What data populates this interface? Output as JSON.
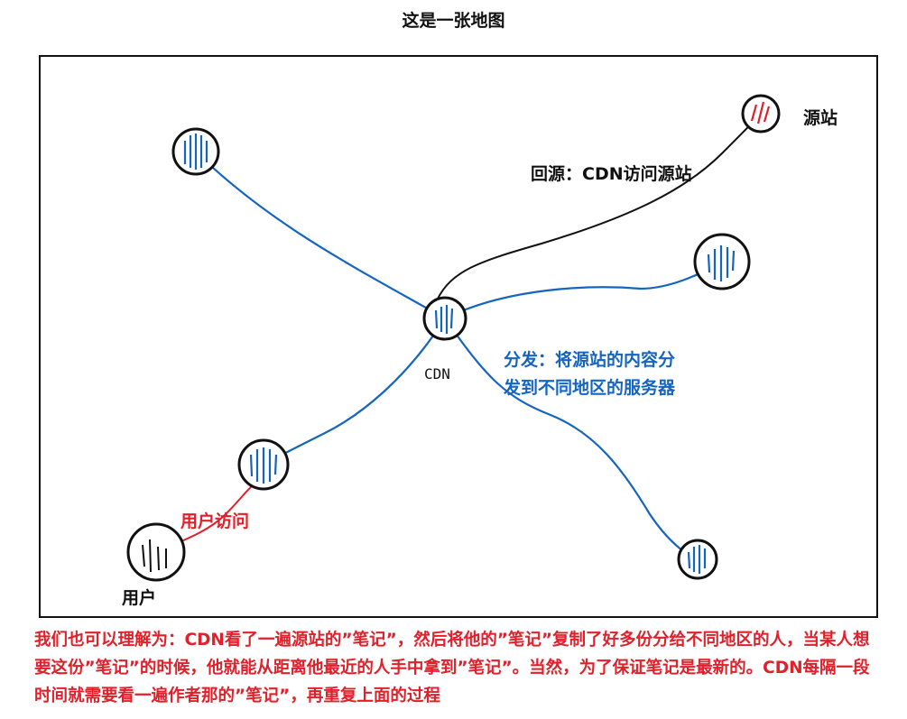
{
  "title": "这是一张地图",
  "labels": {
    "origin": "源站",
    "back_to_origin": "回源：CDN访问源站",
    "cdn": "CDN",
    "distribute_line1": "分发：将源站的内容分",
    "distribute_line2": "发到不同地区的服务器",
    "user_visit": "用户访问",
    "user": "用户"
  },
  "explanation": "我们也可以理解为：CDN看了一遍源站的”笔记”，然后将他的”笔记”复制了好多份分给不同地区的人，当某人想要这份”笔记”的时候，他就能从距离他最近的人手中拿到”笔记”。当然，为了保证笔记是最新的。CDN每隔一段时间就需要看一遍作者那的”笔记”，再重复上面的过程",
  "colors": {
    "server_lines": "#1565c0",
    "origin_line": "#111111",
    "user_line": "#e0202a",
    "annotation_blue": "#1565c0",
    "annotation_red": "#e0202a"
  }
}
